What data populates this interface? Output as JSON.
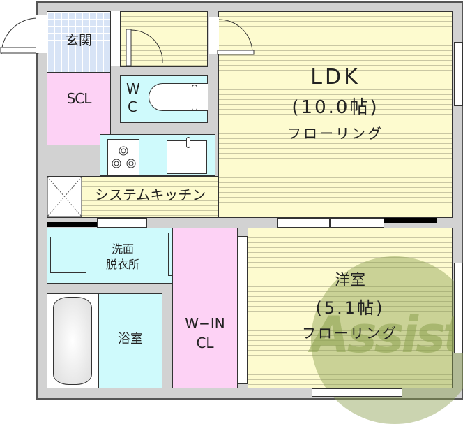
{
  "rooms": {
    "entrance": {
      "label": "玄関"
    },
    "scl": {
      "label": "SCL"
    },
    "wc": {
      "label_line1": "W",
      "label_line2": "C"
    },
    "ldk": {
      "name": "LDK",
      "size": "(10.0帖)",
      "floor": "フローリング"
    },
    "kitchen": {
      "label": "システムキッチン"
    },
    "washroom": {
      "label_line1": "洗面",
      "label_line2": "脱衣所"
    },
    "bathroom": {
      "label": "浴室"
    },
    "walk_in_closet": {
      "label_line1": "W−IN",
      "label_line2": "CL"
    },
    "western_room": {
      "name": "洋室",
      "size": "(5.1帖)",
      "floor": "フローリング"
    }
  },
  "watermark": {
    "text": "Assist"
  },
  "colors": {
    "floor": "#fdfbcf",
    "tile": "#d8e4f6",
    "pink": "#fdd2f5",
    "cyan": "#cffafc",
    "wall": "#d2d2d2"
  }
}
